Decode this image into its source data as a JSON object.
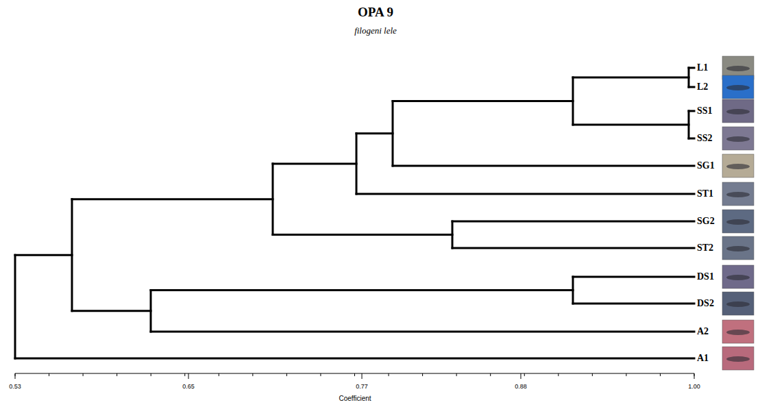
{
  "diagram": {
    "title": "OPA 9",
    "labels": [
      "filogeni lele",
      "L1",
      "L2",
      "SS1",
      "SS2",
      "SG1",
      "ST1",
      "SG2",
      "ST2",
      "DS1",
      "DS2",
      "A2",
      "A1",
      "0.53",
      "0.65",
      "0.77",
      "0.88",
      "1.00",
      "Coefficient"
    ]
  }
}
